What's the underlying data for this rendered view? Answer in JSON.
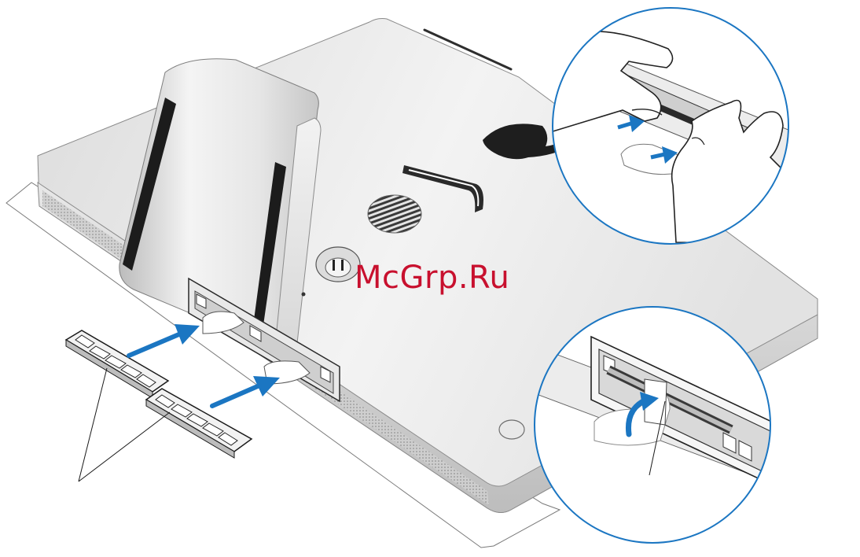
{
  "watermark": {
    "text": "McGrp.Ru"
  },
  "colors": {
    "arrow": "#1b76c2",
    "outline": "#1a1a1a",
    "body_light": "#f1f1f1",
    "body_mid": "#d4d4d4",
    "body_dark": "#9c9c9c",
    "dark_panel": "#2a2a2a",
    "watermark": "#c8102e"
  },
  "icons": {
    "logo": "apple-logo-icon",
    "power_port": "power-port-icon",
    "speaker": "speaker-grille-icon"
  },
  "callouts": [
    {
      "name": "memory-modules-callout",
      "label": ""
    },
    {
      "name": "tab-callout",
      "label": ""
    }
  ]
}
